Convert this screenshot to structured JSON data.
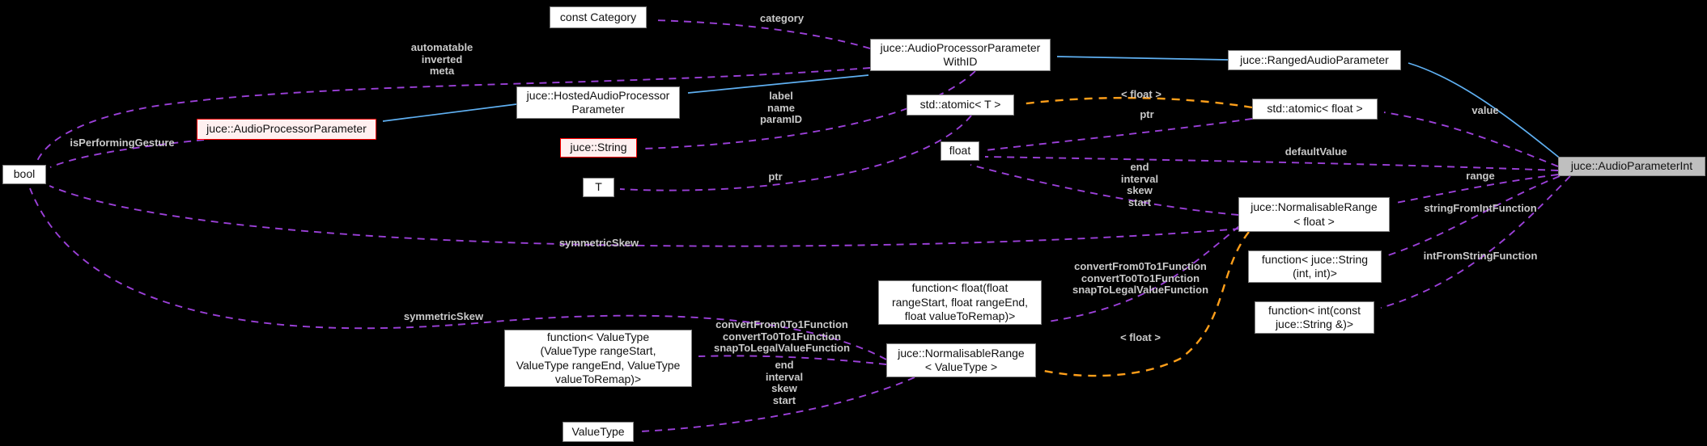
{
  "diagram_type": "doxygen-collaboration-graph",
  "colors": {
    "background": "#000000",
    "member_edge": "#9b40d8",
    "template_edge": "#ff9f1a",
    "inheritance_edge": "#5fb0f2",
    "node_fill": "#ffffff",
    "node_border": "#7f7f7f",
    "truncated_node_border": "#ff0000",
    "current_node_fill": "#bfbfbf",
    "edge_label_text": "#c9c9c9"
  },
  "nodes": {
    "const_category": {
      "lines": [
        "const Category"
      ]
    },
    "with_id": {
      "lines": [
        "juce::AudioProcessorParameter",
        "WithID"
      ]
    },
    "ranged": {
      "lines": [
        "juce::RangedAudioParameter"
      ]
    },
    "hosted": {
      "lines": [
        "juce::HostedAudioProcessor",
        "Parameter"
      ]
    },
    "app": {
      "lines": [
        "juce::AudioProcessorParameter"
      ]
    },
    "atomic_t": {
      "lines": [
        "std::atomic< T >"
      ]
    },
    "atomic_float": {
      "lines": [
        "std::atomic< float >"
      ]
    },
    "bool": {
      "lines": [
        "bool"
      ]
    },
    "string": {
      "lines": [
        "juce::String"
      ]
    },
    "float": {
      "lines": [
        "float"
      ]
    },
    "t": {
      "lines": [
        "T"
      ]
    },
    "nr_float": {
      "lines": [
        "juce::NormalisableRange",
        "< float >"
      ]
    },
    "api": {
      "lines": [
        "juce::AudioParameterInt"
      ]
    },
    "fn_string": {
      "lines": [
        "function< juce::String",
        "(int, int)>"
      ]
    },
    "fn_int": {
      "lines": [
        "function< int(const",
        "juce::String &)>"
      ]
    },
    "fn_float": {
      "lines": [
        "function< float(float",
        "rangeStart, float rangeEnd,",
        "float valueToRemap)>"
      ]
    },
    "nr_valuetype": {
      "lines": [
        "juce::NormalisableRange",
        "< ValueType >"
      ]
    },
    "fn_valuetype": {
      "lines": [
        "function< ValueType",
        "(ValueType rangeStart,",
        "ValueType rangeEnd, ValueType",
        "valueToRemap)>"
      ]
    },
    "valuetype": {
      "lines": [
        "ValueType"
      ]
    }
  },
  "edge_labels": {
    "category": [
      "category"
    ],
    "automatable": [
      "automatable",
      "inverted",
      "meta"
    ],
    "label_name_paramid": [
      "label",
      "name",
      "paramID"
    ],
    "is_performing_gesture": [
      "isPerformingGesture"
    ],
    "ptr_t": [
      "ptr"
    ],
    "float_inst_top": [
      "< float >"
    ],
    "ptr_float": [
      "ptr"
    ],
    "value": [
      "value"
    ],
    "default_value": [
      "defaultValue"
    ],
    "range": [
      "range"
    ],
    "end_interval_upper": [
      "end",
      "interval",
      "skew",
      "start"
    ],
    "string_from_int": [
      "stringFromIntFunction"
    ],
    "symmetric_skew_upper": [
      "symmetricSkew"
    ],
    "int_from_string": [
      "intFromStringFunction"
    ],
    "convert_right": [
      "convertFrom0To1Function",
      "convertTo0To1Function",
      "snapToLegalValueFunction"
    ],
    "symmetric_skew_lower": [
      "symmetricSkew"
    ],
    "float_inst_bottom": [
      "< float >"
    ],
    "convert_left": [
      "convertFrom0To1Function",
      "convertTo0To1Function",
      "snapToLegalValueFunction"
    ],
    "end_interval_lower": [
      "end",
      "interval",
      "skew",
      "start"
    ]
  }
}
